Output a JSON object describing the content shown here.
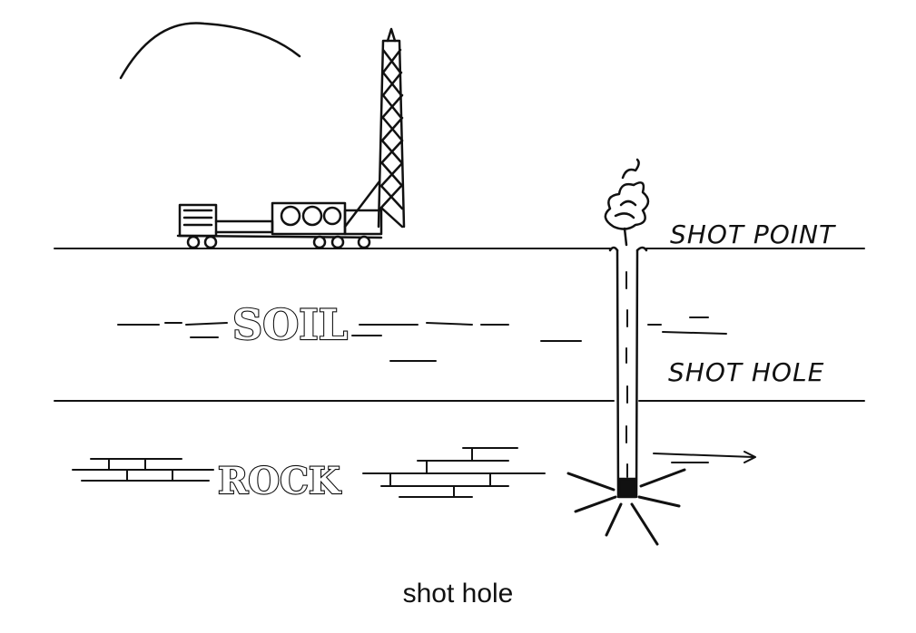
{
  "labels": {
    "shot_point": "SHOT POINT",
    "soil": "SOIL",
    "shot_hole": "SHOT HOLE",
    "rock": "ROCK"
  },
  "caption": "shot hole",
  "colors": {
    "ink": "#111111",
    "background": "#ffffff"
  },
  "icons": {
    "sun": "sun-arc-icon",
    "rig": "drill-rig-icon",
    "explosion": "explosion-burst-icon",
    "blast_smoke": "smoke-plume-icon"
  }
}
